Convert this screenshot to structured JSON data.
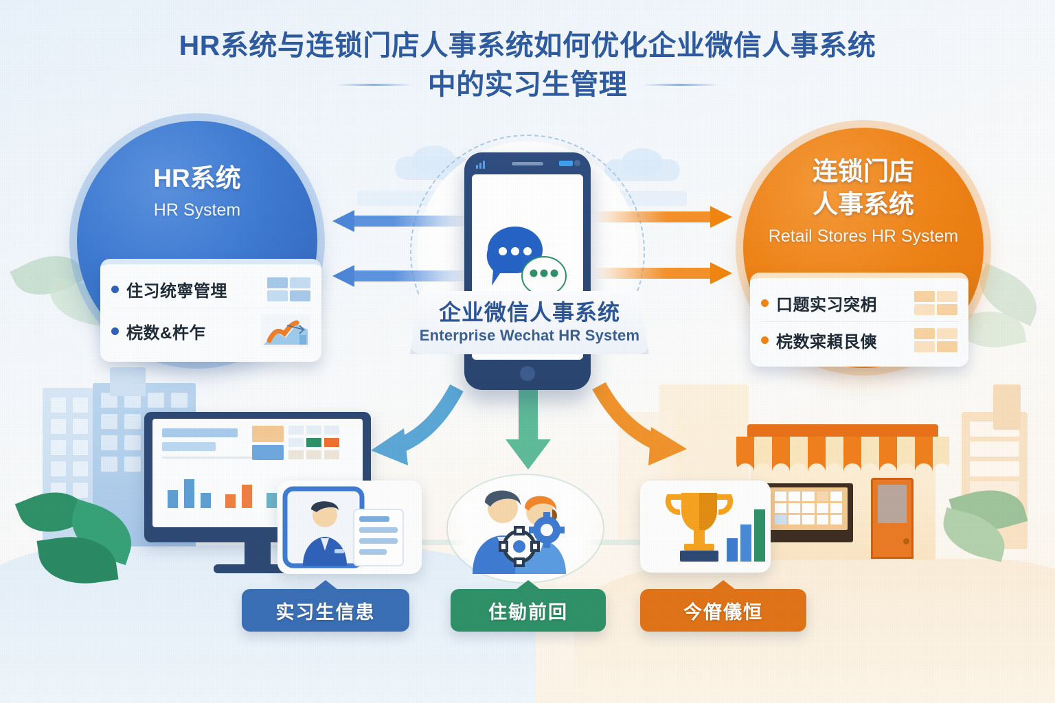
{
  "title": {
    "line1": "HR系统与连锁门店人事系统如何优化企业微信人事系统",
    "line2": "中的实习生管理"
  },
  "colors": {
    "title_navy": "#2e5ba0",
    "hr_blue": "#2f62b8",
    "retail_orange": "#ef8418",
    "center_blue": "#2b5596",
    "chip_blue": "#3a6fb5",
    "chip_green": "#2f9167",
    "chip_orange": "#e07318"
  },
  "left_node": {
    "name_cn": "HR系统",
    "name_en": "HR System",
    "items": [
      {
        "text": "住习统寧管埋",
        "icon": "grid-icon"
      },
      {
        "text": "梡数&杵乍",
        "icon": "trend-chart-icon"
      }
    ]
  },
  "center_node": {
    "name_cn": "企业微信人事系统",
    "name_en": "Enterprise Wechat HR System",
    "device": "smartphone",
    "screen_icon": "chat-bubbles-icon"
  },
  "right_node": {
    "name_cn_line1": "连锁门店",
    "name_cn_line2": "人事系统",
    "name_en": "Retail Stores HR System",
    "items": [
      {
        "text": "口题实习突枂",
        "icon": "grid-icon"
      },
      {
        "text": "梡数寀頛艮傸",
        "icon": "grid-icon"
      }
    ]
  },
  "flows": {
    "left_arrows": 2,
    "right_arrows": 2,
    "left_direction": "to-left",
    "right_direction": "to-right",
    "down_arrows": [
      {
        "name": "curve-down-left",
        "color": "#5ba7d6"
      },
      {
        "name": "arrow-down-center",
        "color": "#5fbb9a"
      },
      {
        "name": "curve-down-right",
        "color": "#f0932c"
      }
    ]
  },
  "bottom_tiles": [
    {
      "name": "employee-profile-tile",
      "icon": "id-card-icon"
    },
    {
      "name": "team-settings-tile",
      "icon": "people-gears-icon"
    },
    {
      "name": "performance-tile",
      "icon": "trophy-chart-icon"
    }
  ],
  "bottom_chips": [
    {
      "label": "实习生信患",
      "color": "#3a6fb5"
    },
    {
      "label": "住勄前回",
      "color": "#2f9167"
    },
    {
      "label": "今傄儀恒",
      "color": "#e07318"
    }
  ],
  "scenery": {
    "left": [
      "office-buildings",
      "desktop-monitor-dashboard",
      "plants",
      "clouds"
    ],
    "right": [
      "retail-storefront",
      "awning",
      "shop-door",
      "plants",
      "buildings"
    ]
  }
}
